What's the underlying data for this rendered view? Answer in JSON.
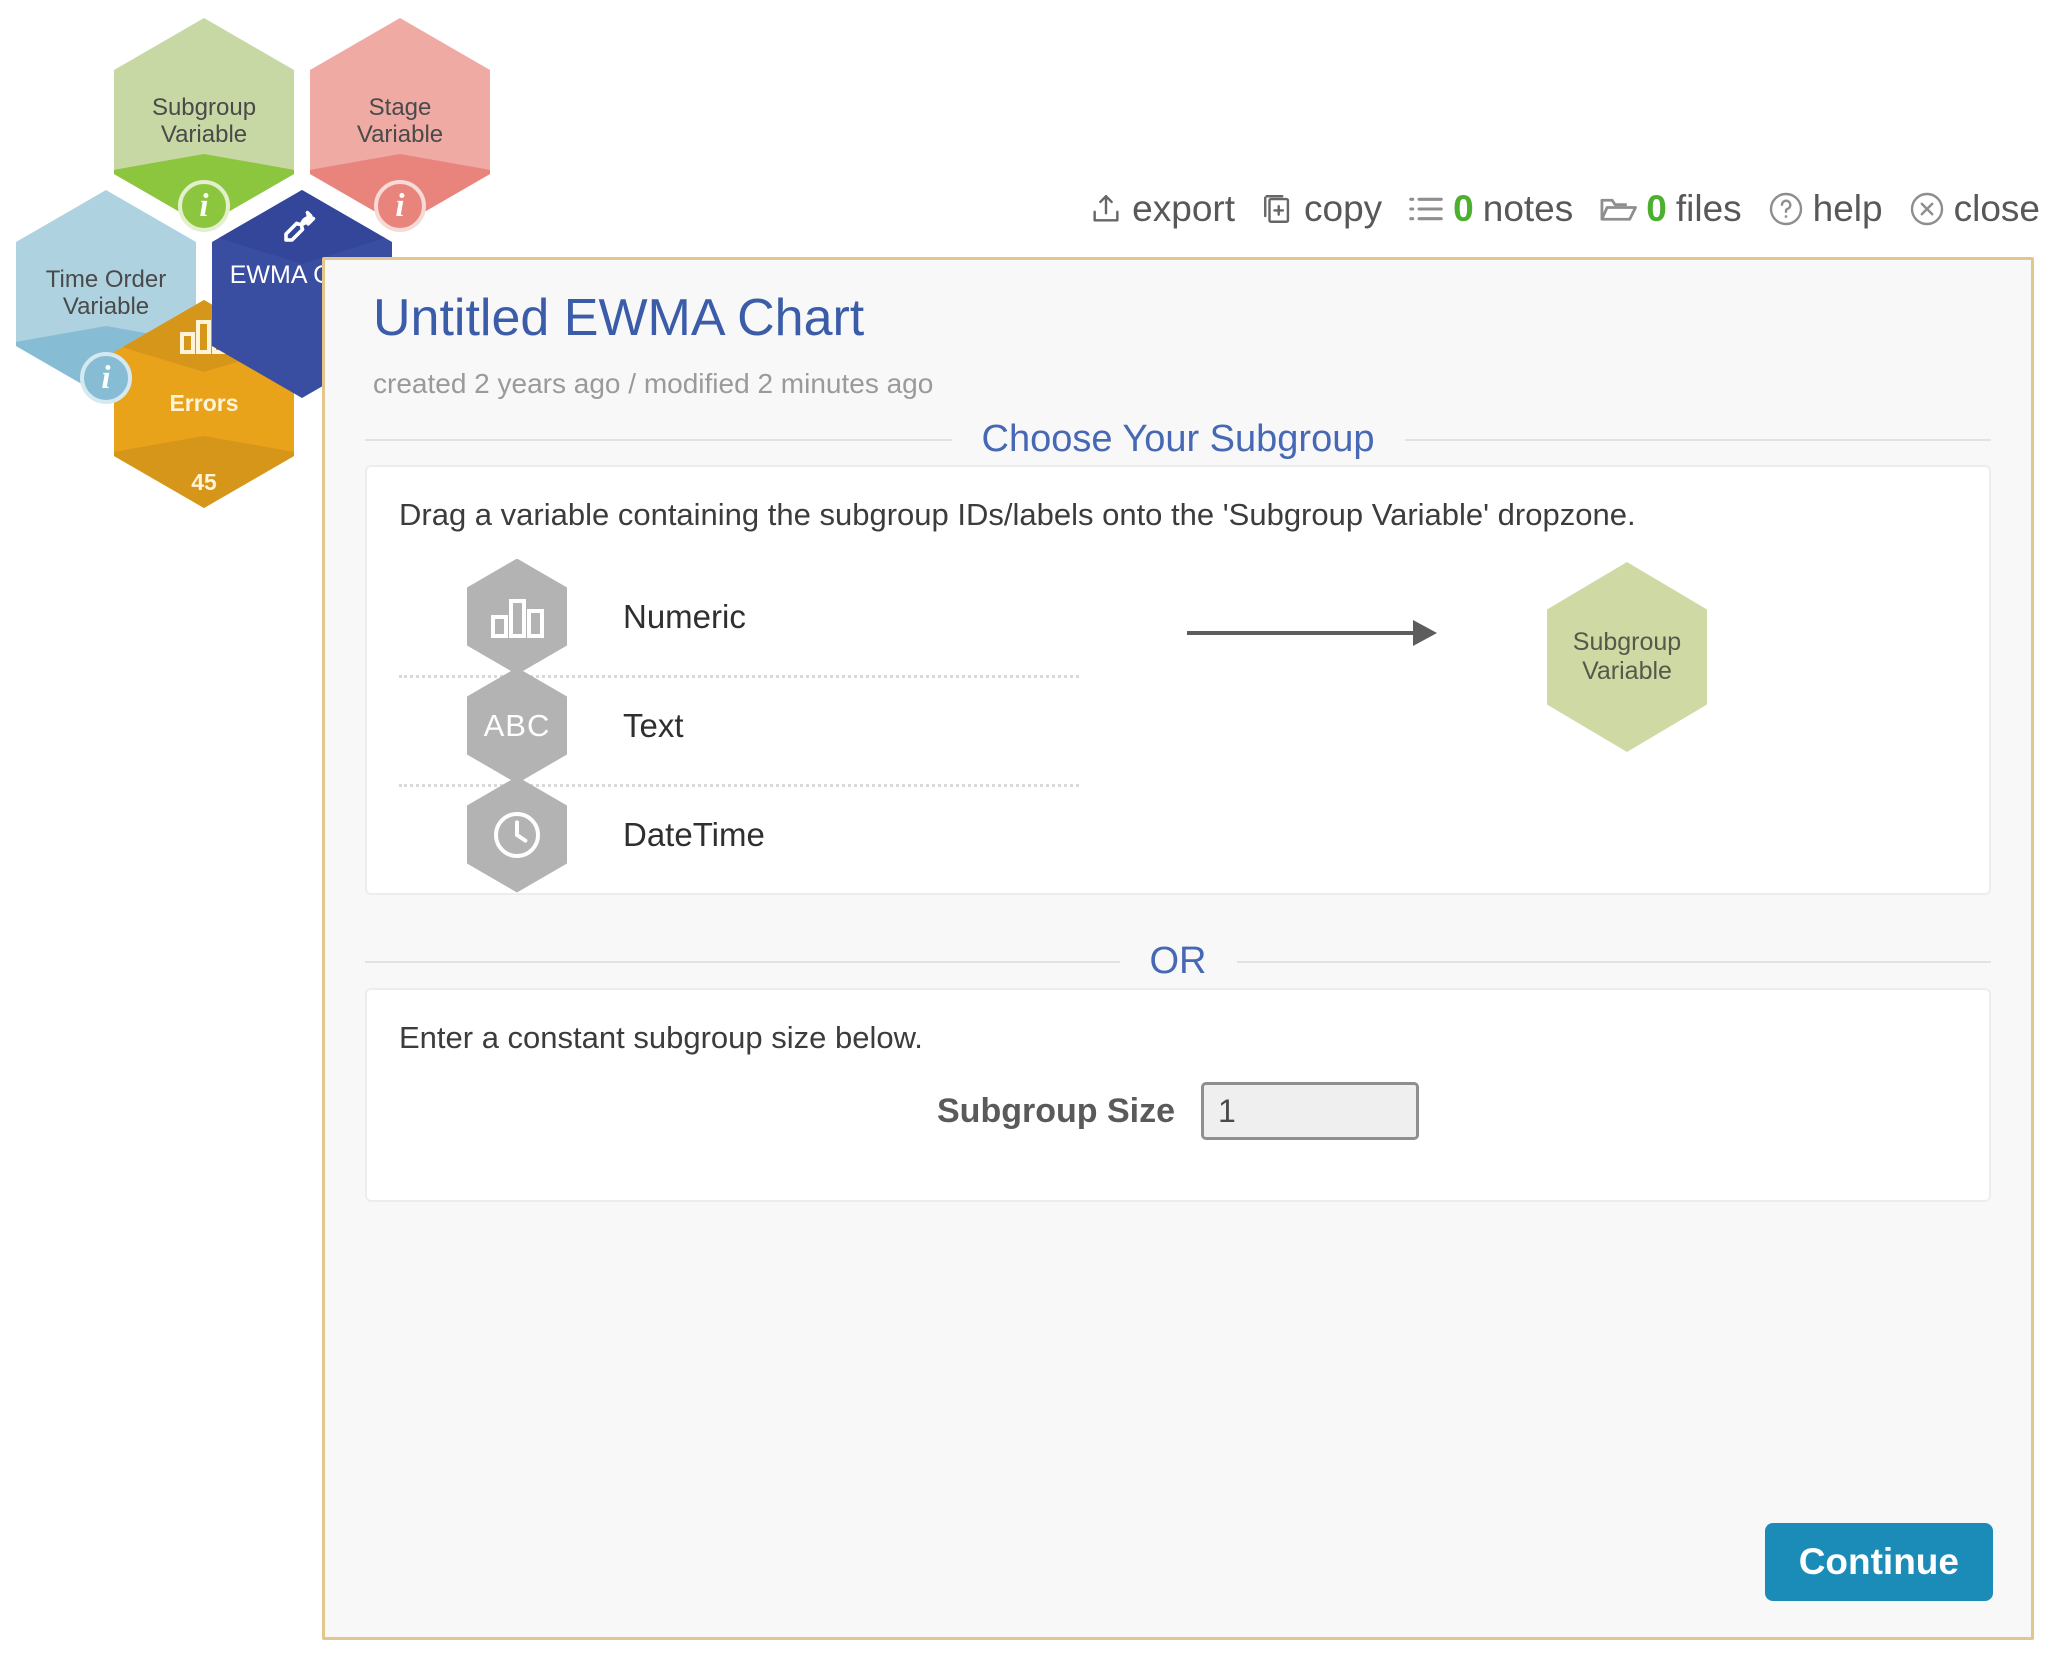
{
  "hex_nav": {
    "items": [
      {
        "id": "subgroup-variable",
        "label": "Subgroup\nVariable",
        "color": "#c7d8a4",
        "band_color": "#8cc63e",
        "badge": "i"
      },
      {
        "id": "stage-variable",
        "label": "Stage\nVariable",
        "color": "#efaaa4",
        "band_color": "#e8847c",
        "badge": "i"
      },
      {
        "id": "time-order-variable",
        "label": "Time Order\nVariable",
        "color": "#aed2e0",
        "band_color": "#87bdd4",
        "badge": "i"
      },
      {
        "id": "ewma-chart",
        "label": "EWMA Chart",
        "color": "#3a4ea1",
        "band_color": "#33469a",
        "icon": "wrench-icon"
      },
      {
        "id": "errors",
        "label": "Errors",
        "color": "#e9a31a",
        "band_color": "#d6961a",
        "count": "45",
        "icon": "bar-chart-icon"
      }
    ],
    "subgroup_variable_label": "Subgroup\nVariable",
    "stage_variable_label": "Stage\nVariable",
    "time_order_variable_label": "Time Order\nVariable",
    "ewma_chart_label": "EWMA Chart",
    "errors_label": "Errors",
    "errors_count": "45",
    "info_badge_glyph": "i"
  },
  "toolbar": {
    "export_label": "export",
    "copy_label": "copy",
    "notes_count": "0",
    "notes_label": "notes",
    "files_count": "0",
    "files_label": "files",
    "help_label": "help",
    "close_label": "close",
    "count_color": "#4caf2e"
  },
  "panel": {
    "title": "Untitled EWMA Chart",
    "subtitle": "created 2 years ago / modified 2 minutes ago",
    "title_color": "#3b5ca8",
    "border_color": "#e3c68b"
  },
  "subgroup_section": {
    "heading": "Choose Your Subgroup",
    "instruction": "Drag a variable containing the subgroup IDs/labels onto the 'Subgroup Variable' dropzone.",
    "variable_types": [
      {
        "name": "Numeric",
        "icon": "bar-chart-icon"
      },
      {
        "name": "Text",
        "icon": "abc-icon",
        "glyph": "ABC"
      },
      {
        "name": "DateTime",
        "icon": "clock-icon"
      }
    ],
    "dropzone_label": "Subgroup\nVariable",
    "dropzone_color": "#cfd9a3"
  },
  "or_divider": {
    "label": "OR"
  },
  "constant_section": {
    "instruction": "Enter a constant subgroup size below.",
    "size_label": "Subgroup Size",
    "size_value": "1"
  },
  "footer": {
    "continue_label": "Continue",
    "continue_color": "#1b8bb8"
  }
}
